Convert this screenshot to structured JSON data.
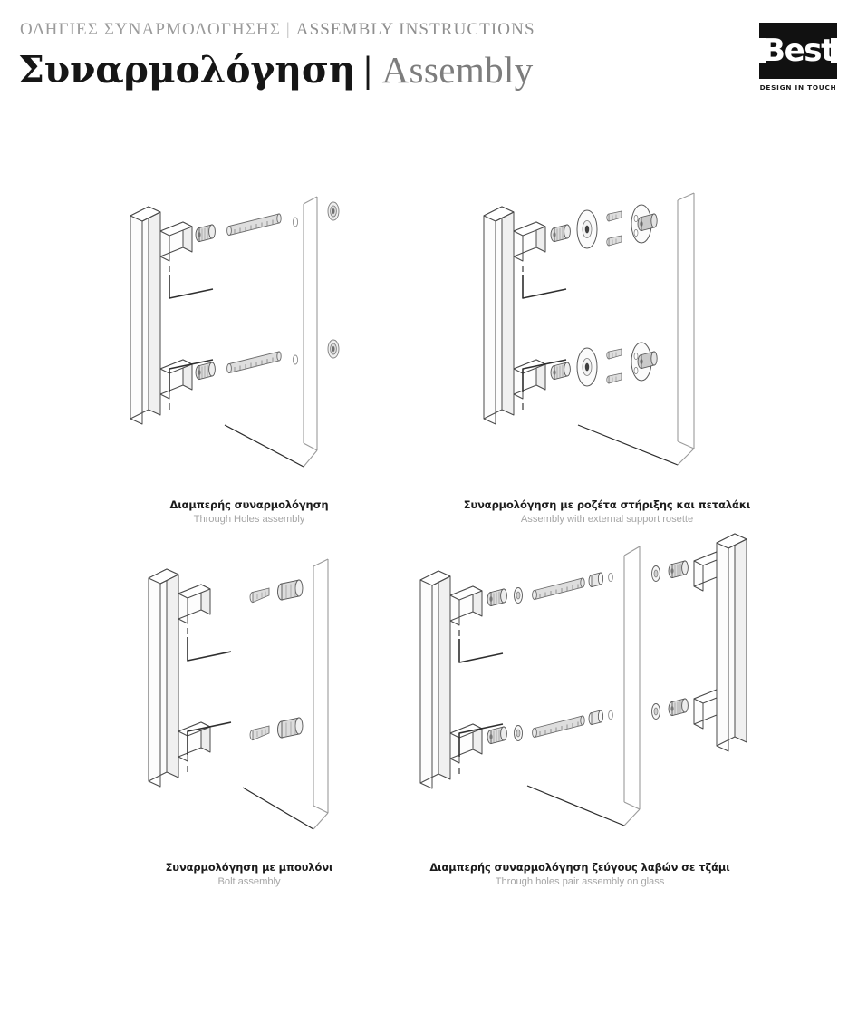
{
  "header": {
    "kicker_greek": "ΟΔΗΓΙΕΣ ΣΥΝΑΡΜΟΛΟΓΗΣΗΣ",
    "kicker_separator": "|",
    "kicker_english": "ASSEMBLY INSTRUCTIONS",
    "title_greek": "Συναρμολόγηση",
    "title_separator": "|",
    "title_english": "Assembly"
  },
  "logo": {
    "wordmark": "Best",
    "tagline": "DESIGN IN TOUCH",
    "background_color": "#111111",
    "text_color": "#ffffff"
  },
  "colors": {
    "ink": "#1a1a1a",
    "muted_text": "#a6a6a6",
    "kicker_text": "#9b9b9b",
    "line_dark": "#3a3a3a",
    "line_light": "#9a9a9a",
    "metal_fill": "#d9d9d9",
    "metal_dark": "#8c8c8c",
    "glass_line": "#9a9a9a"
  },
  "figures": [
    {
      "id": "fig-1",
      "caption_greek": "Διαμπερής συναρμολόγηση",
      "caption_english": "Through Holes assembly",
      "parts": [
        "handle-bar",
        "standoff-post",
        "allen-key",
        "threaded-screw",
        "glass-panel",
        "cap-nut"
      ]
    },
    {
      "id": "fig-2",
      "caption_greek": "Συναρμολόγηση με ροζέτα στήριξης και πεταλάκι",
      "caption_english": "Assembly with external support rosette",
      "parts": [
        "handle-bar",
        "standoff-post",
        "allen-key",
        "rosette-disc",
        "small-screw",
        "support-plate",
        "glass-panel"
      ]
    },
    {
      "id": "fig-3",
      "caption_greek": "Συναρμολόγηση με μπουλόνι",
      "caption_english": "Bolt assembly",
      "parts": [
        "handle-bar",
        "allen-key",
        "bolt",
        "standoff-post",
        "glass-panel"
      ]
    },
    {
      "id": "fig-4",
      "caption_greek": "Διαμπερής συναρμολόγηση ζεύγους λαβών σε τζάμι",
      "caption_english": "Through holes pair assembly on glass",
      "parts": [
        "handle-bar-left",
        "standoff-post",
        "washer",
        "threaded-screw",
        "sleeve",
        "glass-panel",
        "washer",
        "standoff-post",
        "handle-bar-right",
        "allen-key"
      ]
    }
  ]
}
